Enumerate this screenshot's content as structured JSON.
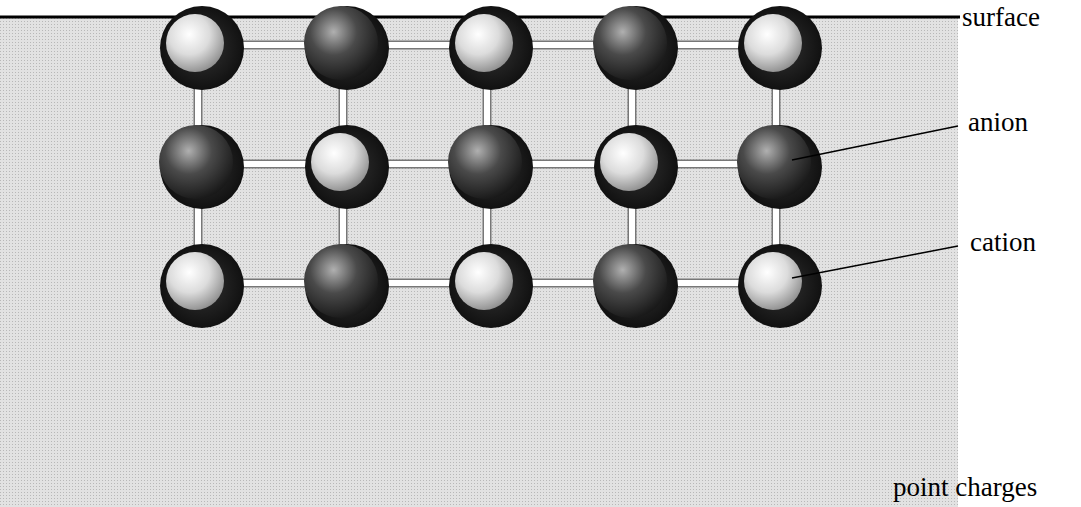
{
  "diagram": {
    "labels": [
      "surface",
      "anion",
      "cation",
      "point charges"
    ]
  }
}
